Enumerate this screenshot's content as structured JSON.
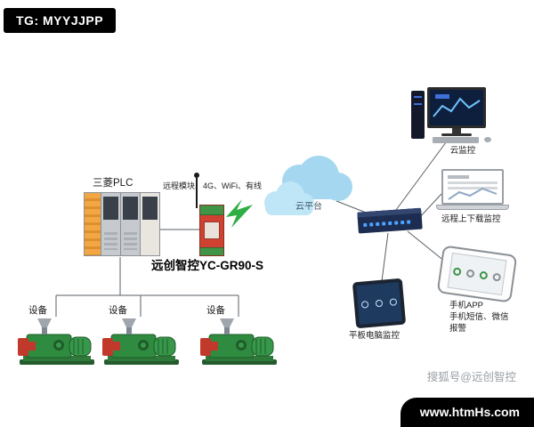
{
  "badges": {
    "tg": "TG: MYYJJPP",
    "watermark": "搜狐号@远创智控",
    "site": "www.htmHs.com"
  },
  "labels": {
    "plc": "三菱PLC",
    "module": "远程模块、4G、WiFi、有线",
    "gateway": "远创智控YC-GR90-S",
    "cloud": "云平台",
    "pc": "云监控",
    "laptop": "远程上下载监控",
    "phone_app": "手机APP",
    "phone_sms": "手机短信、微信",
    "phone_alarm": "报警",
    "tablet": "平板电脑监控",
    "devices": [
      "设备",
      "设备",
      "设备"
    ]
  },
  "colors": {
    "cloud_fill": "#a5d8f0",
    "cloud_fill_light": "#bfe6f6",
    "switch_body": "#1d2d52",
    "pump_green": "#2e8b3f",
    "pump_red": "#c0392b",
    "plc_orange": "#f2a644",
    "module_red": "#cf4231",
    "lightning_green": "#2fae44",
    "badge_bg": "#000000"
  }
}
